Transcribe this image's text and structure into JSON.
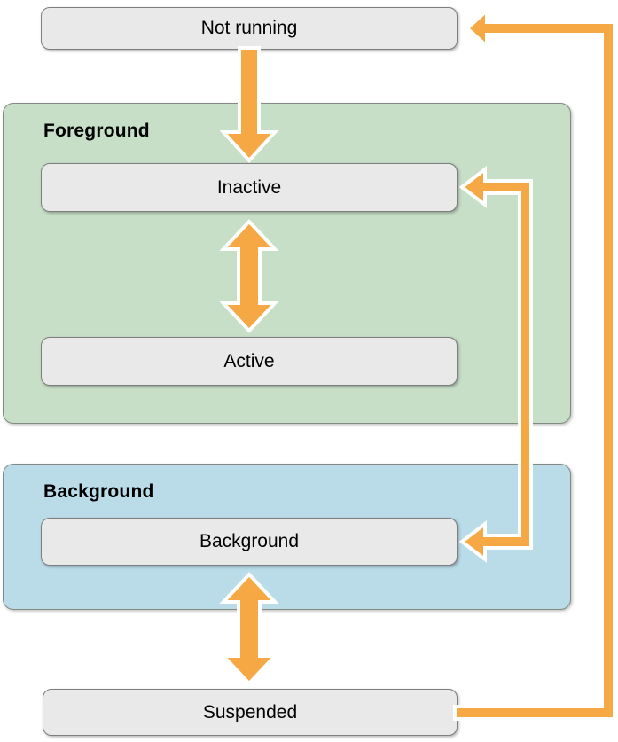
{
  "diagram": {
    "states": {
      "not_running": "Not running",
      "inactive": "Inactive",
      "active": "Active",
      "background": "Background",
      "suspended": "Suspended"
    },
    "groups": {
      "foreground": "Foreground",
      "background": "Background"
    },
    "transitions": [
      {
        "from": "Not running",
        "to": "Inactive",
        "bidirectional": false,
        "path": "straight-down"
      },
      {
        "from": "Inactive",
        "to": "Active",
        "bidirectional": true,
        "path": "straight-vertical"
      },
      {
        "from": "Inactive",
        "to": "Background",
        "bidirectional": true,
        "path": "right-side-elbow"
      },
      {
        "from": "Background",
        "to": "Suspended",
        "bidirectional": true,
        "path": "straight-vertical"
      },
      {
        "from": "Suspended",
        "to": "Not running",
        "bidirectional": false,
        "path": "outer-right-loop"
      }
    ],
    "colors": {
      "arrow": "#f5a843",
      "foreground_group_fill": "#c6dfc6",
      "background_group_fill": "#b9dce8",
      "state_box_fill": "#e9e9e9",
      "border_gray": "#7e7e7e",
      "arrow_outline": "#ffffff",
      "text": "#000000"
    }
  }
}
